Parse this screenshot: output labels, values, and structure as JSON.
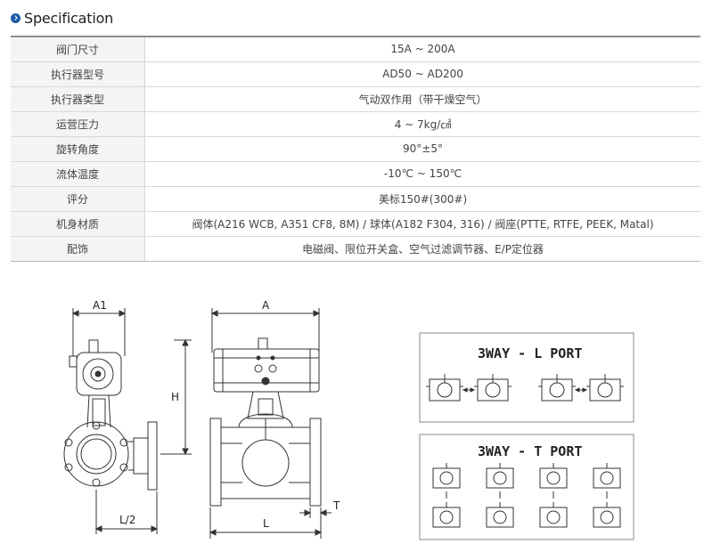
{
  "header": {
    "title": "Specification"
  },
  "spec_rows": [
    {
      "label": "阀门尺寸",
      "value": "15A ~ 200A"
    },
    {
      "label": "执行器型号",
      "value": "AD50 ~ AD200"
    },
    {
      "label": "执行器类型",
      "value": "气动双作用（带干燥空气）"
    },
    {
      "label": "运营压力",
      "value": "4 ~ 7kg/㎠"
    },
    {
      "label": "旋转角度",
      "value": "90°±5°"
    },
    {
      "label": "流体温度",
      "value": "-10℃ ~ 150℃"
    },
    {
      "label": "评分",
      "value": "美标150#(300#)"
    },
    {
      "label": "机身材质",
      "value": "阀体(A216 WCB, A351 CF8, 8M) / 球体(A182 F304, 316) / 阀座(PTTE, RTFE, PEEK, Matal)"
    },
    {
      "label": "配饰",
      "value": "电磁阀、限位开关盒、空气过滤调节器、E/P定位器"
    }
  ],
  "drawing": {
    "dim_a1": "A1",
    "dim_h": "H",
    "dim_l2": "L/2",
    "dim_a": "A",
    "dim_l": "L",
    "dim_t": "T",
    "panel_l_title": "3WAY - L PORT",
    "panel_t_title": "3WAY - T PORT"
  }
}
